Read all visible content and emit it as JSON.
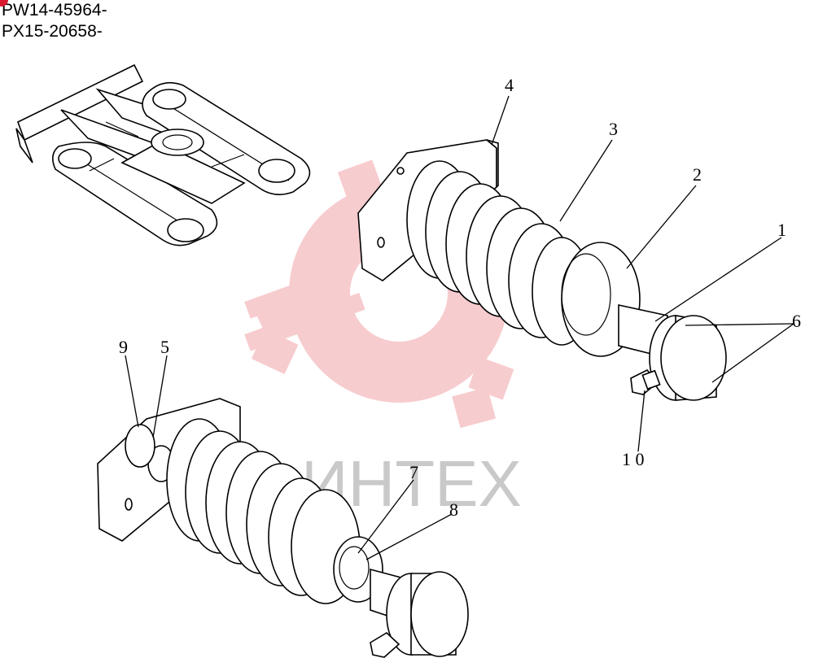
{
  "serials": [
    "PW14-45964-",
    "PX15-20658-"
  ],
  "watermark": {
    "text": "ИНТЕХ",
    "color": "#f2a3a8"
  },
  "callouts": {
    "c1": "1",
    "c2": "2",
    "c3": "3",
    "c4": "4",
    "c5": "5",
    "c6": "6",
    "c7": "7",
    "c8": "8",
    "c9": "9",
    "c10": "1 0"
  },
  "colors": {
    "badge": "#d9182d",
    "line": "#000000"
  }
}
